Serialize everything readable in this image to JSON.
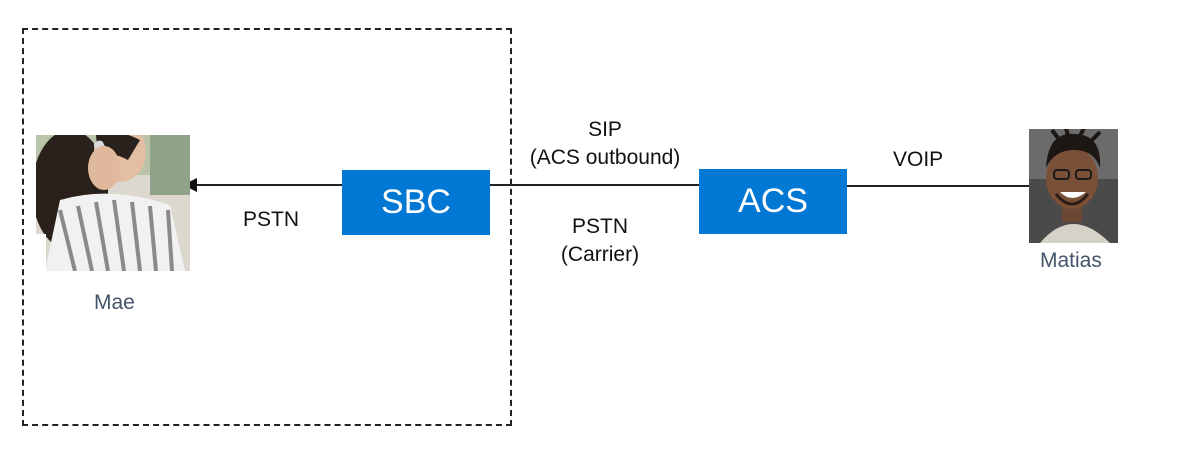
{
  "nodes": {
    "sbc": {
      "label": "SBC"
    },
    "acs": {
      "label": "ACS"
    }
  },
  "edges": {
    "sbc_to_mae": {
      "label": "PSTN"
    },
    "acs_to_sbc": {
      "label_top_line1": "SIP",
      "label_top_line2": "(ACS outbound)",
      "label_bottom_line1": "PSTN",
      "label_bottom_line2": "(Carrier)"
    },
    "matias_to_acs": {
      "label": "VOIP"
    }
  },
  "people": {
    "mae": {
      "name": "Mae"
    },
    "matias": {
      "name": "Matias"
    }
  },
  "colors": {
    "box_fill": "#0078d4",
    "box_text": "#ffffff",
    "name_text": "#44546a",
    "line": "#222222"
  }
}
